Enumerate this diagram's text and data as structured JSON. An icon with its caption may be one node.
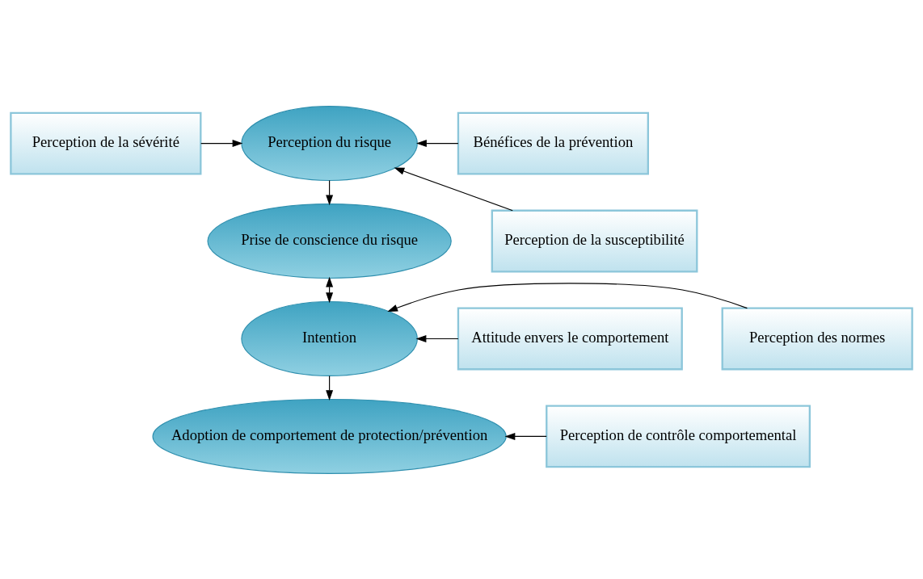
{
  "diagram": {
    "nodes": [
      {
        "text": [
          "Perception de la sévérité"
        ]
      },
      {
        "text": [
          "Perception du risque"
        ]
      },
      {
        "text": [
          "Bénéfices de la prévention"
        ]
      },
      {
        "text": [
          "Perception de la susceptibilité"
        ]
      },
      {
        "text": [
          "Prise de conscience du risque"
        ]
      },
      {
        "text": [
          "Attitude envers le comportement"
        ]
      },
      {
        "text": [
          "Intention"
        ]
      },
      {
        "text": [
          "Perception des normes"
        ]
      },
      {
        "text": [
          "Perception de contrôle comportemental"
        ]
      },
      {
        "text": [
          "Adoption de comportement de protection/prévention"
        ]
      }
    ],
    "edges": [
      {
        "from": 0,
        "to": 1,
        "arrow": "to"
      },
      {
        "from": 3,
        "to": 1,
        "arrow": "to"
      },
      {
        "from": 2,
        "to": 1,
        "arrow": "to"
      },
      {
        "from": 1,
        "to": 4,
        "arrow": "to"
      },
      {
        "from": 4,
        "to": 6,
        "arrow": "both"
      },
      {
        "from": 5,
        "to": 6,
        "arrow": "to"
      },
      {
        "from": 7,
        "to": 6,
        "arrow": "to"
      },
      {
        "from": 6,
        "to": 9,
        "arrow": "to"
      },
      {
        "from": 8,
        "to": 9,
        "arrow": "to"
      }
    ]
  }
}
